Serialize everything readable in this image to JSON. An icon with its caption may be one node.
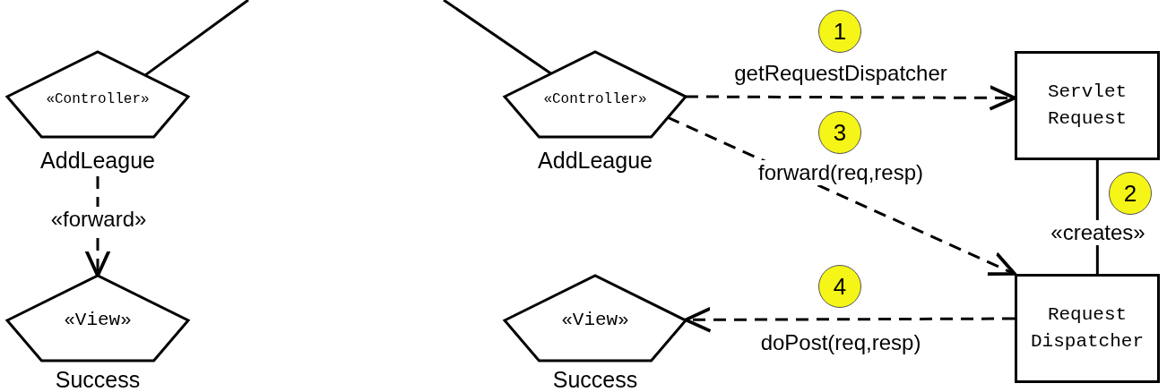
{
  "diagram": {
    "nodes": [
      {
        "text": [
          "«Controller»",
          "AddLeague"
        ]
      },
      {
        "text": [
          "«View»",
          "Success"
        ]
      },
      {
        "text": [
          "«Controller»",
          "AddLeague"
        ]
      },
      {
        "text": [
          "«View»",
          "Success"
        ]
      },
      {
        "text": [
          "Servlet Request"
        ]
      },
      {
        "text": [
          "Request Dispatcher"
        ]
      }
    ],
    "edges": [
      {
        "from": null,
        "to": 0,
        "arrow": "none"
      },
      {
        "from": null,
        "to": 2,
        "arrow": "none"
      },
      {
        "from": 0,
        "to": 1,
        "arrow": "to",
        "label": "«forward»",
        "style": "dashed"
      },
      {
        "from": 2,
        "to": 4,
        "arrow": "to",
        "label": "getRequestDispatcher",
        "style": "dashed"
      },
      {
        "from": 2,
        "to": 5,
        "arrow": "to",
        "label": "forward(req,resp)",
        "style": "dashed"
      },
      {
        "from": 4,
        "to": 5,
        "arrow": "none",
        "label": "«creates»"
      },
      {
        "from": 5,
        "to": 3,
        "arrow": "to",
        "label": "doPost(req,resp)",
        "style": "dashed"
      }
    ],
    "labels": [
      "1",
      "3",
      "2",
      "4"
    ]
  }
}
